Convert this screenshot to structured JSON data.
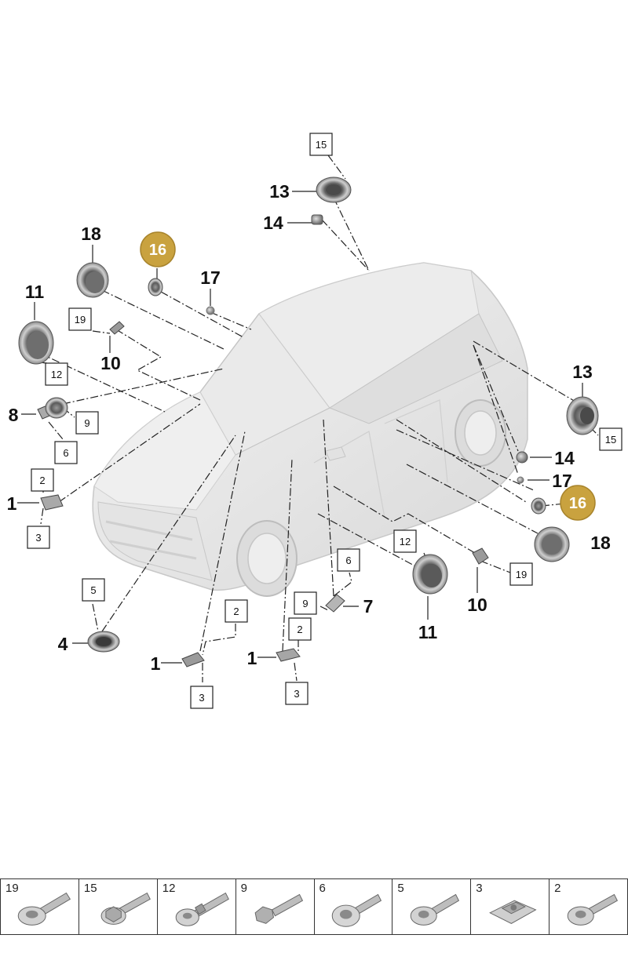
{
  "callouts": {
    "c15_top": "15",
    "c13_top": "13",
    "c14_top": "14",
    "c18_left": "18",
    "c16_left": "16",
    "c17_left": "17",
    "c11_left": "11",
    "c19_left": "19",
    "c10_left": "10",
    "c12_left": "12",
    "c8": "8",
    "c9_left": "9",
    "c6_left": "6",
    "c2_left": "2",
    "c1_left": "1",
    "c3_left": "3",
    "c13_right": "13",
    "c15_right": "15",
    "c14_right": "14",
    "c17_right": "17",
    "c16_right": "16",
    "c18_right": "18",
    "c12_mid": "12",
    "c19_right": "19",
    "c10_right": "10",
    "c11_right": "11",
    "c6_mid": "6",
    "c9_mid": "9",
    "c7": "7",
    "c5": "5",
    "c4": "4",
    "c2_b1": "2",
    "c1_b1": "1",
    "c3_b1": "3",
    "c2_b2": "2",
    "c1_b2": "1",
    "c3_b2": "3"
  },
  "highlight_color": "#c9a23f",
  "fasteners": [
    {
      "label": "19",
      "icon": "flange-bolt-icon"
    },
    {
      "label": "15",
      "icon": "hex-flange-bolt-icon"
    },
    {
      "label": "12",
      "icon": "collar-bolt-icon"
    },
    {
      "label": "9",
      "icon": "hex-head-bolt-icon"
    },
    {
      "label": "6",
      "icon": "washer-bolt-icon"
    },
    {
      "label": "5",
      "icon": "flange-bolt-icon"
    },
    {
      "label": "3",
      "icon": "clip-nut-icon"
    },
    {
      "label": "2",
      "icon": "flange-bolt-icon"
    }
  ]
}
